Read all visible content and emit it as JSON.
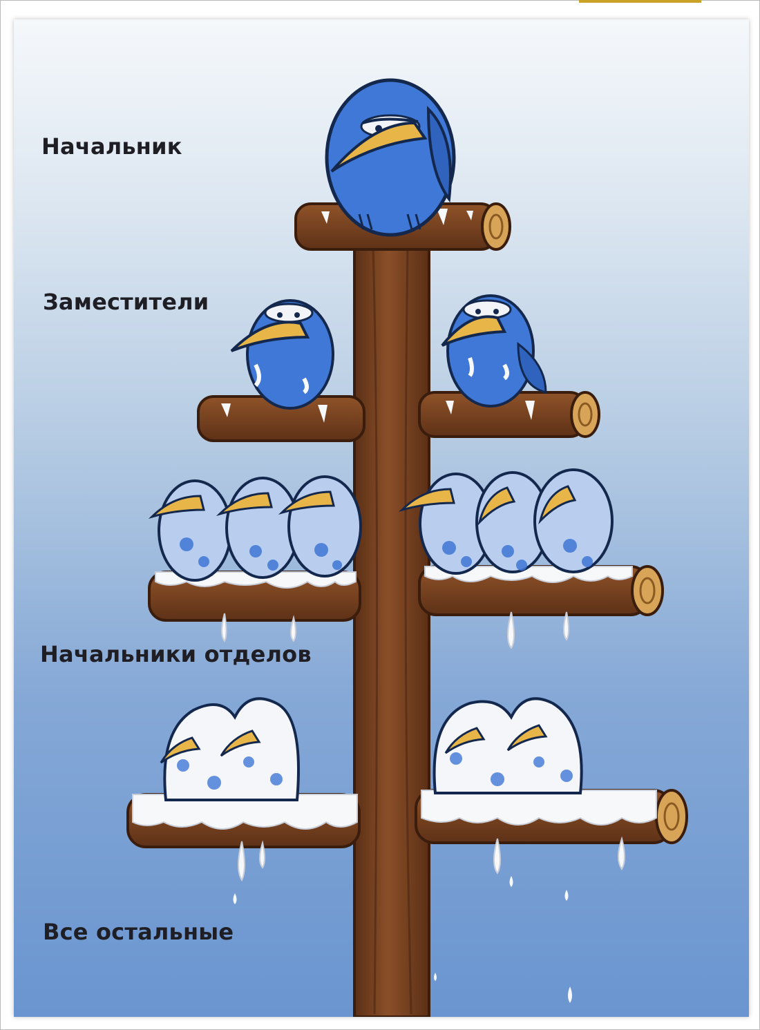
{
  "labels": {
    "boss": "Начальник",
    "deputies": "Заместители",
    "department_heads": "Начальники отделов",
    "everyone_else": "Все остальные"
  },
  "colors": {
    "bird_blue": "#3f78d6",
    "bird_outline": "#14284e",
    "beak": "#e7b548",
    "wood": "#7a4422",
    "wood_dark": "#4b2713",
    "droppings": "#f7f8fa",
    "sky_top": "#f5f8fb",
    "sky_bottom": "#6a95d0"
  }
}
